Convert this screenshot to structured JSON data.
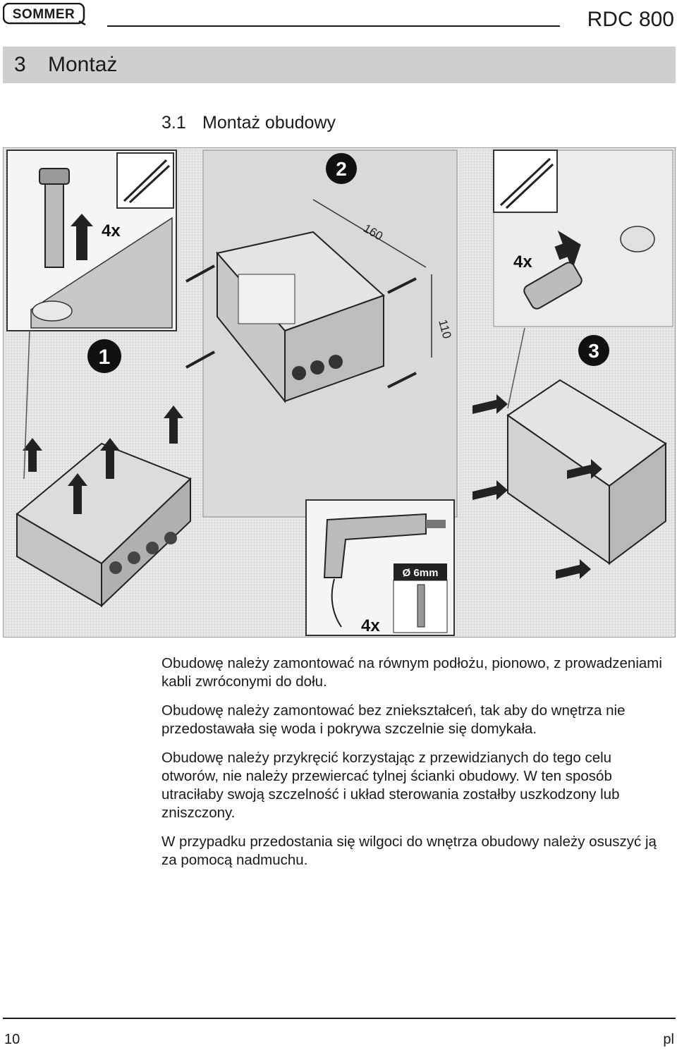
{
  "header": {
    "brand": "SOMMER",
    "doc_title": "RDC 800"
  },
  "chapter": {
    "number": "3",
    "title": "Montaż"
  },
  "section": {
    "number": "3.1",
    "title": "Montaż obudowy"
  },
  "figure": {
    "steps": [
      "1",
      "2",
      "3"
    ],
    "labels": {
      "count_step1": "4x",
      "count_step3": "4x",
      "count_drill": "4x",
      "drill_size": "Ø 6mm",
      "dim_width": "160",
      "dim_height": "110"
    }
  },
  "paragraphs": [
    "Obudowę należy zamontować na równym podłożu, pionowo, z prowadzeniami kabli zwróconymi do dołu.",
    "Obudowę należy zamontować bez zniekształceń, tak aby do wnętrza nie przedostawała się woda i pokrywa szczelnie się domykała.",
    "Obudowę należy przykręcić korzystając z przewidzianych do tego celu otworów, nie należy przewiercać tylnej ścianki obudowy. W ten sposób utraciłaby swoją szczelność i układ sterowania zostałby uszkodzony lub zniszczony.",
    "W przypadku przedostania się wilgoci do wnętrza obudowy należy osuszyć ją za pomocą nadmuchu."
  ],
  "footer": {
    "page": "10",
    "lang": "pl"
  }
}
